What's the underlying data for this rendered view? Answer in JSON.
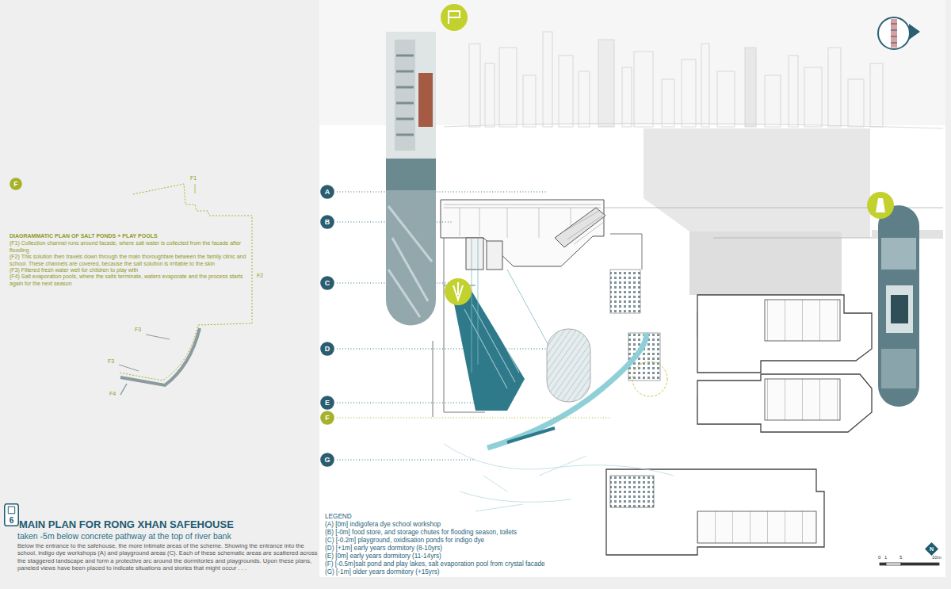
{
  "diagram": {
    "title": "MAIN PLAN FOR RONG XHAN SAFEHOUSE",
    "caption": "Below the entrance to the safehouse, the more intimate areas of the scheme. Showing the entrance into the school, indigo dye workshops (A) and playground areas (C). Each of these schematic areas are scattered across the staggered landscape and form a protective arc around the dormitories and playgrounds. Upon these plans, paneled views have been placed to indicate situations and stories that might occur . . .",
    "nodes": [
      {
        "text": [
          "F"
        ]
      },
      {
        "text": [
          "A"
        ]
      },
      {
        "text": [
          "B"
        ]
      },
      {
        "text": [
          "C"
        ]
      },
      {
        "text": [
          "D"
        ]
      },
      {
        "text": [
          "E"
        ]
      },
      {
        "text": [
          "F"
        ]
      },
      {
        "text": [
          "G"
        ]
      },
      {
        "text": [
          "6"
        ]
      },
      {
        "text": [
          "N"
        ]
      }
    ],
    "labels": [
      "DIAGRAMMATIC PLAN OF SALT PONDS + PLAY POOLS",
      "(F1) Collection channel runs around facade, where salt water is collected from the facade after flooding",
      "(F2) This solution then travels down through the main thoroughfare between the family clinic and school. These channels are covered, because the salt solution is irritable to the skin",
      "(F3) Filtered fresh water well for children to play with",
      "(F4) Salt evaporation pools, where the salts terminate, waters evaporate and the process starts again for the next season",
      "F1",
      "F2",
      "F3",
      "F3",
      "F4",
      "taken -5m below concrete pathway at the top of river bank",
      "LEGEND",
      "0",
      "1",
      "5",
      "10m"
    ],
    "legend": [
      {
        "text": "(A) [0m] indigofera dye school workshop"
      },
      {
        "text": "(B) [-0m] food store, and storage chutes for flooding season, toilets"
      },
      {
        "text": "(C) [-0.2m] playground, oxidisation ponds for indigo dye"
      },
      {
        "text": "(D) [+1m] early years dormitory (8-10yrs)"
      },
      {
        "text": "(E) [0m] early years dormitory (11-14yrs)"
      },
      {
        "text": "(F) [-0.5m]salt pond and play lakes, salt evaporation pool from crystal facade"
      },
      {
        "text": "(G) [-1m] older years dormitory (+15yrs)"
      }
    ]
  }
}
